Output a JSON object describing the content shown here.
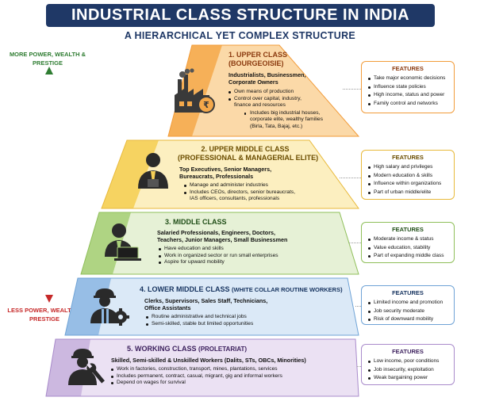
{
  "header": {
    "title": "INDUSTRIAL CLASS STRUCTURE IN INDIA",
    "subtitle": "A HIERARCHICAL YET COMPLEX STRUCTURE"
  },
  "axis": {
    "top_label": "MORE POWER, WEALTH & PRESTIGE",
    "bottom_label": "LESS POWER, WEALTH & PRESTIGE",
    "top_color": "#2f7d32",
    "bottom_color": "#c62828"
  },
  "features_title": "FEATURES",
  "tiers": [
    {
      "head": "1. UPPER CLASS",
      "head2": "(BOURGEOISIE)",
      "desc": [
        "Industrialists, Businessmen,",
        "Corporate Owners"
      ],
      "bullets": [
        "Own means of production",
        "Control over capital, industry,",
        "finance and resources"
      ],
      "sub": [
        "Includes big industrial houses,",
        "corporate elite, wealthy families",
        "(Birla, Tata, Bajaj, etc.)"
      ],
      "features": [
        "Take major economic decisions",
        "Influence state policies",
        "High income, status and power",
        "Family control and networks"
      ],
      "color": "#f4a84a",
      "head_color": "#8b3a0f",
      "icon": "factory-icon"
    },
    {
      "head": "2. UPPER MIDDLE CLASS",
      "head2": "(PROFESSIONAL & MANAGERIAL ELITE)",
      "desc": [
        "Top Executives, Senior Managers,",
        "Bureaucrats, Professionals"
      ],
      "bullets": [
        "Manage and administer industries",
        "Includes CEOs, directors, senior bureaucrats,",
        "IAS officers, consultants, professionals"
      ],
      "features": [
        "High salary and privileges",
        "Modern education & skills",
        "Influence within organizations",
        "Part of urban middle/elite"
      ],
      "color": "#f5cf57",
      "head_color": "#6b4d00",
      "icon": "executive-icon"
    },
    {
      "head": "3. MIDDLE CLASS",
      "desc": [
        "Salaried Professionals, Engineers, Doctors,",
        "Teachers, Junior Managers, Small Businessmen"
      ],
      "bullets": [
        "Have education and skills",
        "Work in organized sector or run small enterprises",
        "Aspire for upward mobility"
      ],
      "features": [
        "Moderate income & status",
        "Value education, stability",
        "Part of expanding middle class"
      ],
      "color": "#a9d07a",
      "head_color": "#1f4d16",
      "icon": "laptop-worker-icon"
    },
    {
      "head": "4. LOWER MIDDLE CLASS",
      "head2": "(WHITE COLLAR ROUTINE WORKERS)",
      "desc": [
        "Clerks, Supervisors, Sales Staff, Technicians,",
        "Office Assistants"
      ],
      "bullets": [
        "Routine administrative and technical jobs",
        "Semi-skilled, stable but limited opportunities"
      ],
      "features": [
        "Limited income and promotion",
        "Job security moderate",
        "Risk of downward mobility"
      ],
      "color": "#8fb9e3",
      "head_color": "#16335f",
      "icon": "technician-gear-icon"
    },
    {
      "head": "5. WORKING CLASS",
      "head2": "(PROLETARIAT)",
      "desc": [
        "Skilled, Semi-skilled & Unskilled Workers (Dalits, STs, OBCs, Minorities)"
      ],
      "bullets": [
        "Work in factories, construction, transport, mines, plantations, services",
        "Includes permanent, contract, casual, migrant, gig and informal workers",
        "Depend on wages for survival"
      ],
      "features": [
        "Low income, poor conditions",
        "Job insecurity, exploitation",
        "Weak bargaining power"
      ],
      "color": "#c9b4de",
      "head_color": "#3b1f5c",
      "icon": "worker-wrench-icon"
    }
  ]
}
